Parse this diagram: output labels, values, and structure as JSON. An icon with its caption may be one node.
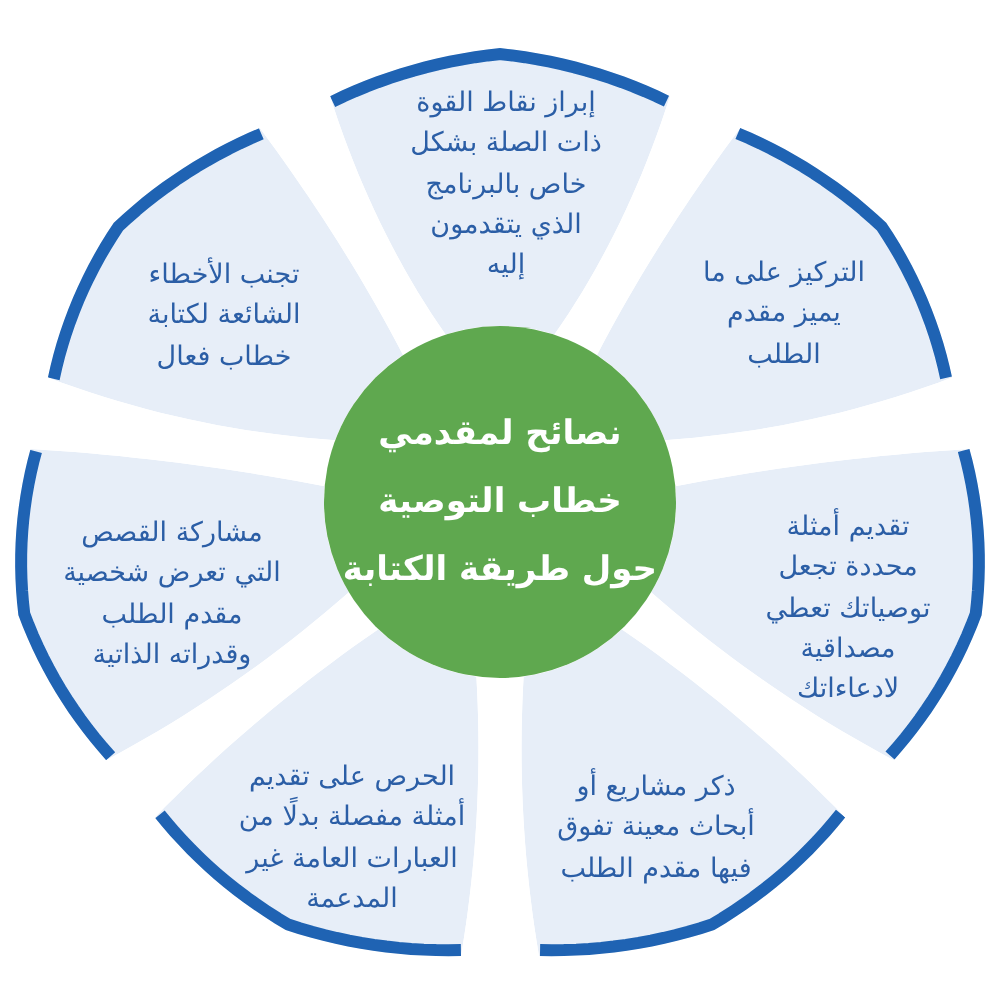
{
  "diagram": {
    "nodes": [
      {
        "text": [
          "نصائح لمقدمي خطاب التوصية حول طريقة الكتابة"
        ]
      },
      {
        "text": [
          "إبراز نقاط القوة ذات الصلة بشكل خاص بالبرنامج الذي يتقدمون إليه"
        ]
      },
      {
        "text": [
          "التركيز على ما يميز مقدم الطلب"
        ]
      },
      {
        "text": [
          "تقديم أمثلة محددة تجعل توصياتك تعطي مصداقية لادعاءاتك"
        ]
      },
      {
        "text": [
          "ذكر مشاريع أو أبحاث معينة تفوق فيها مقدم الطلب"
        ]
      },
      {
        "text": [
          "الحرص على تقديم أمثلة مفصلة بدلًا من العبارات العامة غير المدعمة"
        ]
      },
      {
        "text": [
          "مشاركة القصص التي تعرض شخصية مقدم الطلب وقدراته الذاتية"
        ]
      },
      {
        "text": [
          "تجنب الأخطاء الشائعة لكتابة خطاب فعال"
        ]
      }
    ]
  }
}
